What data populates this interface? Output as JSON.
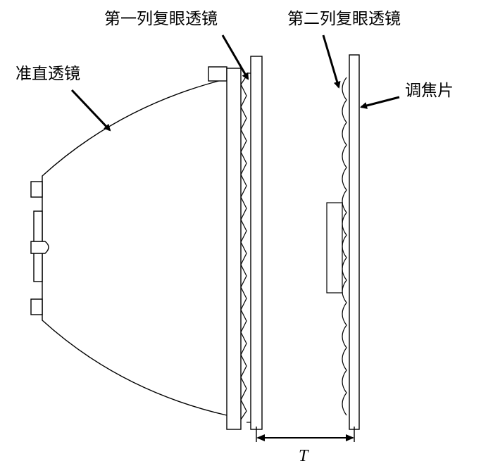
{
  "labels": {
    "fly_eye_array_1": "第一列复眼透镜",
    "fly_eye_array_2": "第二列复眼透镜",
    "collimating_lens": "准直透镜",
    "focusing_plate": "调焦片",
    "spacing": "T"
  },
  "colors": {
    "stroke": "#000000",
    "fill": "#ffffff"
  }
}
